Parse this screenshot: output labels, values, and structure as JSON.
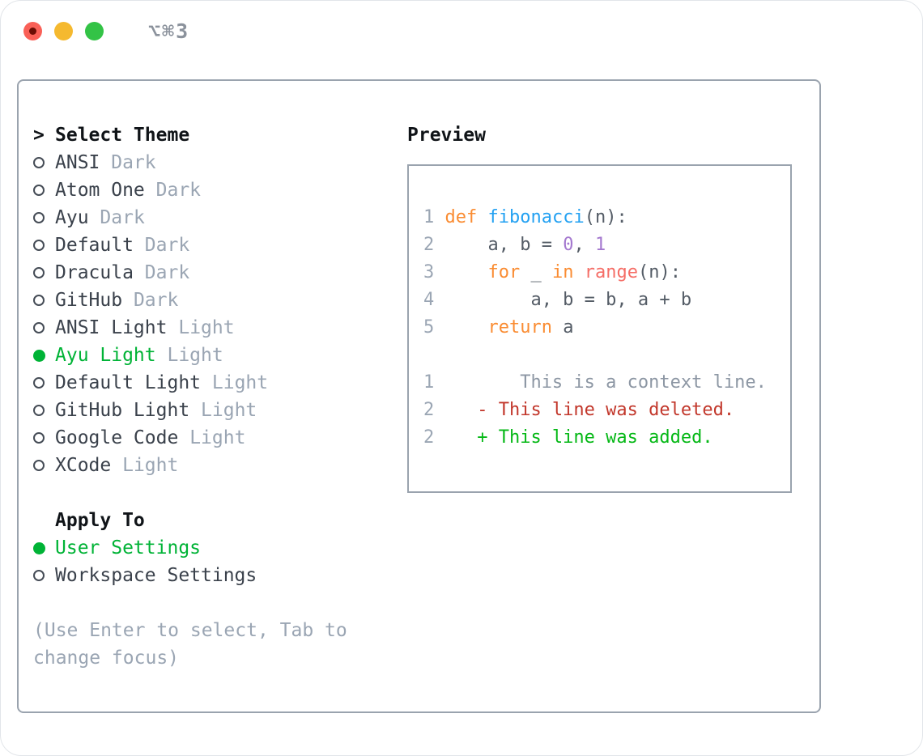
{
  "window": {
    "title": "⌥⌘3"
  },
  "traffic_lights": [
    {
      "name": "close",
      "edited_dot": true
    },
    {
      "name": "minimize",
      "edited_dot": false
    },
    {
      "name": "zoom",
      "edited_dot": false
    }
  ],
  "theme_select": {
    "header": "Select Theme",
    "prompt": ">",
    "items": [
      {
        "name": "ANSI",
        "variant": "Dark",
        "selected": false
      },
      {
        "name": "Atom One",
        "variant": "Dark",
        "selected": false
      },
      {
        "name": "Ayu",
        "variant": "Dark",
        "selected": false
      },
      {
        "name": "Default",
        "variant": "Dark",
        "selected": false
      },
      {
        "name": "Dracula",
        "variant": "Dark",
        "selected": false
      },
      {
        "name": "GitHub",
        "variant": "Dark",
        "selected": false
      },
      {
        "name": "ANSI Light",
        "variant": "Light",
        "selected": false
      },
      {
        "name": "Ayu Light",
        "variant": "Light",
        "selected": true
      },
      {
        "name": "Default Light",
        "variant": "Light",
        "selected": false
      },
      {
        "name": "GitHub Light",
        "variant": "Light",
        "selected": false
      },
      {
        "name": "Google Code",
        "variant": "Light",
        "selected": false
      },
      {
        "name": "XCode",
        "variant": "Light",
        "selected": false
      }
    ]
  },
  "apply_to": {
    "header": "Apply To",
    "options": [
      {
        "label": "User Settings",
        "selected": true
      },
      {
        "label": "Workspace Settings",
        "selected": false
      }
    ]
  },
  "help_text": "(Use Enter to select, Tab to change focus)",
  "preview": {
    "header": "Preview",
    "lines": [
      {
        "num": "1",
        "segments": [
          [
            "kw",
            "def"
          ],
          [
            "fg",
            " "
          ],
          [
            "fn",
            "fibonacci"
          ],
          [
            "fg",
            "(n):"
          ]
        ]
      },
      {
        "num": "2",
        "segments": [
          [
            "fg",
            "    a, b = "
          ],
          [
            "const",
            "0"
          ],
          [
            "fg",
            ", "
          ],
          [
            "const",
            "1"
          ]
        ]
      },
      {
        "num": "3",
        "segments": [
          [
            "fg",
            "    "
          ],
          [
            "kw",
            "for"
          ],
          [
            "fg",
            " _ "
          ],
          [
            "kw",
            "in"
          ],
          [
            "fg",
            " "
          ],
          [
            "special",
            "range"
          ],
          [
            "fg",
            "(n):"
          ]
        ]
      },
      {
        "num": "4",
        "segments": [
          [
            "fg",
            "        a, b = b, a + b"
          ]
        ]
      },
      {
        "num": "5",
        "segments": [
          [
            "fg",
            "    "
          ],
          [
            "kw",
            "return"
          ],
          [
            "fg",
            " a"
          ]
        ]
      },
      {
        "num": "",
        "segments": []
      },
      {
        "num": "1",
        "segments": [
          [
            "ctx",
            "       This is a context line."
          ]
        ]
      },
      {
        "num": "2",
        "segments": [
          [
            "del",
            "   - This line was deleted."
          ]
        ]
      },
      {
        "num": "2",
        "segments": [
          [
            "add",
            "   + This line was added."
          ]
        ]
      }
    ]
  },
  "colors": {
    "accent": "#00b336",
    "heading": "#101418",
    "text": "#3a414b",
    "muted": "#9aa5b3",
    "border": "#9aa3ae",
    "title": "#8b929c",
    "keyword": "#fa8c32",
    "function": "#23a1f2",
    "constant": "#a478cf",
    "special": "#f56e67",
    "code_fg": "#545c66",
    "line_number": "#9ba6b4",
    "context": "#8d97a4",
    "deleted": "#c2372b",
    "added": "#05b816",
    "light_red": "#f96057",
    "light_yellow": "#f5b92f",
    "light_green": "#33c346"
  }
}
